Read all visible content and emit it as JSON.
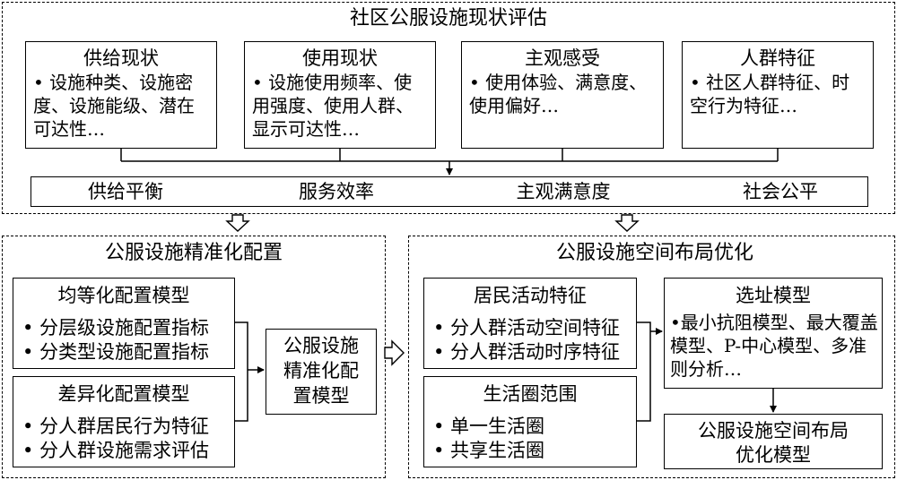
{
  "top": {
    "title": "社区公服设施现状评估",
    "cards": [
      {
        "title": "供给现状",
        "body": "• 设施种类、设施密度、设施能级、潜在可达性…"
      },
      {
        "title": "使用现状",
        "body": "• 设施使用频率、使用强度、使用人群、显示可达性…"
      },
      {
        "title": "主观感受",
        "body": "• 使用体验、满意度、使用偏好…"
      },
      {
        "title": "人群特征",
        "body": "• 社区人群特征、时空行为特征…"
      }
    ],
    "outcomes": [
      "供给平衡",
      "服务效率",
      "主观满意度",
      "社会公平"
    ]
  },
  "left": {
    "title": "公服设施精准化配置",
    "equal": {
      "title": "均等化配置模型",
      "items": [
        "• 分层级设施配置指标",
        "• 分类型设施配置指标"
      ]
    },
    "diff": {
      "title": "差异化配置模型",
      "items": [
        "• 分人群居民行为特征",
        "• 分人群设施需求评估"
      ]
    },
    "result_lines": [
      "公服设施",
      "精准化配",
      "置模型"
    ]
  },
  "right": {
    "title": "公服设施空间布局优化",
    "activity": {
      "title": "居民活动特征",
      "items": [
        "• 分人群活动空间特征",
        "• 分人群活动时序特征"
      ]
    },
    "circle": {
      "title": "生活圈范围",
      "items": [
        "• 单一生活圈",
        "• 共享生活圈"
      ]
    },
    "site": {
      "title": "选址模型",
      "body": "•最小抗阻模型、最大覆盖模型、P-中心模型、多准则分析…"
    },
    "result_lines": [
      "公服设施空间布局",
      "优化模型"
    ]
  }
}
